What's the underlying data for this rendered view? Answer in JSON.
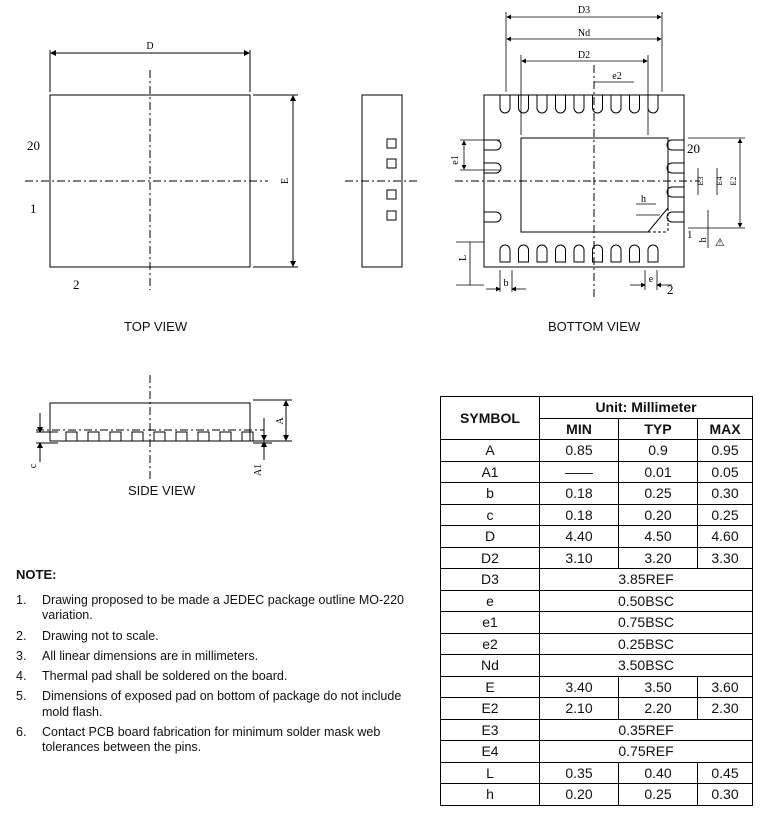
{
  "views": {
    "top": "TOP VIEW",
    "bottom": "BOTTOM VIEW",
    "side": "SIDE VIEW"
  },
  "top_labels": {
    "D": "D",
    "E": "E",
    "pin20": "20",
    "pin1": "1",
    "pin2": "2"
  },
  "bottom_labels": {
    "D3": "D3",
    "Nd": "Nd",
    "D2": "D2",
    "e2": "e2",
    "e1": "e1",
    "E3": "E3",
    "E4": "E4",
    "E2": "E2",
    "h": "h",
    "pin20": "20",
    "pin1": "1",
    "pin2": "2",
    "L": "L",
    "b": "b",
    "e": "e",
    "h2": "h",
    "warn": "⚠"
  },
  "side_labels": {
    "A": "A",
    "A1": "A1",
    "c": "c"
  },
  "notes": {
    "title": "NOTE:",
    "items": [
      {
        "n": "1.",
        "t": "Drawing proposed to be made a JEDEC package outline MO-220 variation."
      },
      {
        "n": "2.",
        "t": "Drawing not to scale."
      },
      {
        "n": "3.",
        "t": "All linear dimensions are in millimeters."
      },
      {
        "n": "4.",
        "t": "Thermal pad shall be soldered on the board."
      },
      {
        "n": "5.",
        "t": "Dimensions of exposed pad on bottom of package do not include mold flash."
      },
      {
        "n": "6.",
        "t": "Contact PCB board fabrication for minimum solder mask web tolerances between the pins."
      }
    ]
  },
  "table": {
    "symbol_header": "SYMBOL",
    "unit_header": "Unit: Millimeter",
    "min_header": "MIN",
    "typ_header": "TYP",
    "max_header": "MAX",
    "rows": [
      {
        "sym": "A",
        "min": "0.85",
        "typ": "0.9",
        "max": "0.95"
      },
      {
        "sym": "A1",
        "min": "——",
        "typ": "0.01",
        "max": "0.05"
      },
      {
        "sym": "b",
        "min": "0.18",
        "typ": "0.25",
        "max": "0.30"
      },
      {
        "sym": "c",
        "min": "0.18",
        "typ": "0.20",
        "max": "0.25"
      },
      {
        "sym": "D",
        "min": "4.40",
        "typ": "4.50",
        "max": "4.60"
      },
      {
        "sym": "D2",
        "min": "3.10",
        "typ": "3.20",
        "max": "3.30"
      },
      {
        "sym": "D3",
        "span": "3.85REF"
      },
      {
        "sym": "e",
        "span": "0.50BSC"
      },
      {
        "sym": "e1",
        "span": "0.75BSC"
      },
      {
        "sym": "e2",
        "span": "0.25BSC"
      },
      {
        "sym": "Nd",
        "span": "3.50BSC"
      },
      {
        "sym": "E",
        "min": "3.40",
        "typ": "3.50",
        "max": "3.60"
      },
      {
        "sym": "E2",
        "min": "2.10",
        "typ": "2.20",
        "max": "2.30"
      },
      {
        "sym": "E3",
        "span": "0.35REF"
      },
      {
        "sym": "E4",
        "span": "0.75REF"
      },
      {
        "sym": "L",
        "min": "0.35",
        "typ": "0.40",
        "max": "0.45"
      },
      {
        "sym": "h",
        "min": "0.20",
        "typ": "0.25",
        "max": "0.30"
      }
    ]
  }
}
